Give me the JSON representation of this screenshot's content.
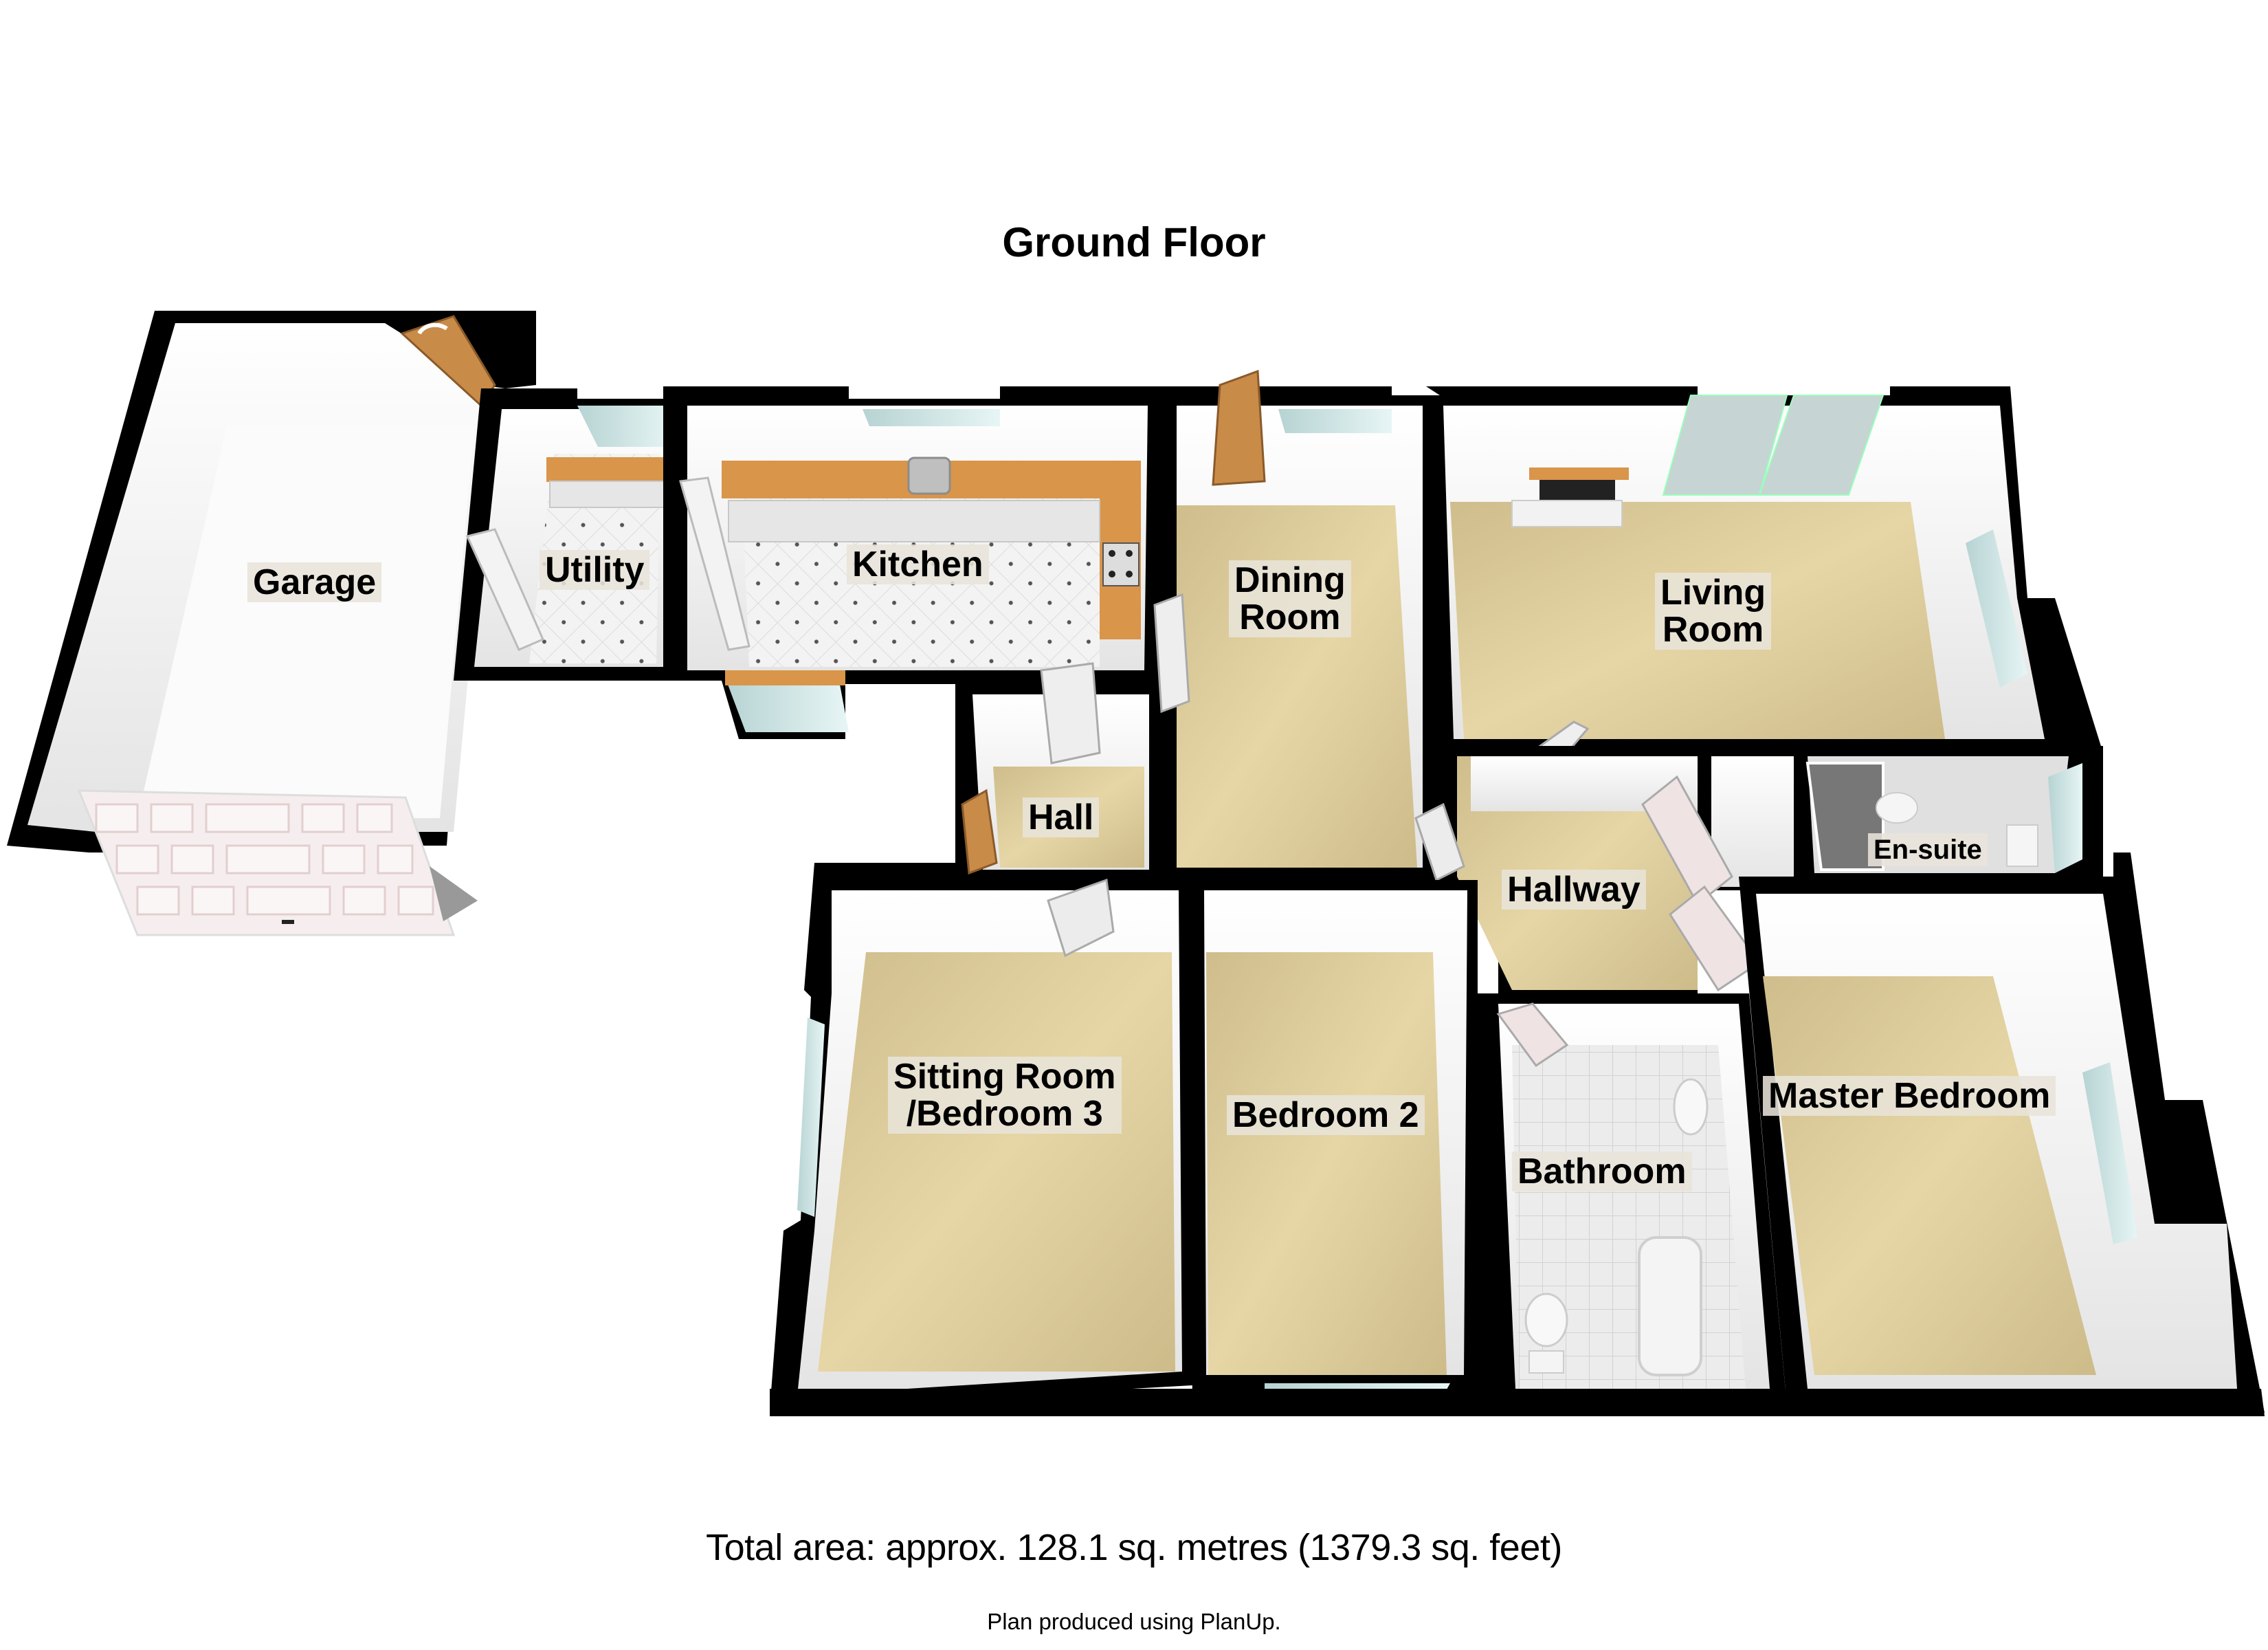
{
  "plan": {
    "title": "Ground Floor",
    "total_area": "Total area: approx. 128.1 sq. metres (1379.3 sq. feet)",
    "credit": "Plan produced using PlanUp."
  },
  "rooms": [
    {
      "id": "garage",
      "label": "Garage",
      "floor": "concrete"
    },
    {
      "id": "utility",
      "label": "Utility",
      "floor": "tile"
    },
    {
      "id": "kitchen",
      "label": "Kitchen",
      "floor": "tile"
    },
    {
      "id": "dining",
      "label": "Dining\nRoom",
      "floor": "carpet"
    },
    {
      "id": "living",
      "label": "Living\nRoom",
      "floor": "carpet"
    },
    {
      "id": "hall",
      "label": "Hall",
      "floor": "carpet"
    },
    {
      "id": "hallway",
      "label": "Hallway",
      "floor": "carpet"
    },
    {
      "id": "ensuite",
      "label": "En-suite",
      "floor": "tile"
    },
    {
      "id": "sitting",
      "label": "Sitting Room\n/Bedroom 3",
      "floor": "carpet"
    },
    {
      "id": "bedroom2",
      "label": "Bedroom 2",
      "floor": "carpet"
    },
    {
      "id": "bathroom",
      "label": "Bathroom",
      "floor": "tile"
    },
    {
      "id": "master",
      "label": "Master Bedroom",
      "floor": "carpet"
    }
  ],
  "colors": {
    "wall": "#000000",
    "inner_wall": "#f4f4f4",
    "carpet": "#d8c79a",
    "tile": "#f2f2f2",
    "worktop": "#d9954a",
    "door_wood": "#c98b48",
    "glass": "#cfe6e6",
    "label_bg": "#e8e4da"
  }
}
